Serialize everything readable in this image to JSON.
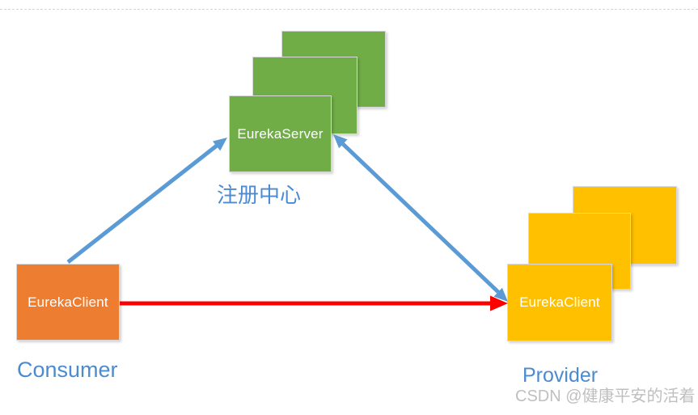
{
  "diagram": {
    "registry": {
      "box_label": "EurekaServer",
      "caption": "注册中心"
    },
    "consumer": {
      "box_label": "EurekaClient",
      "caption": "Consumer"
    },
    "provider": {
      "box_label": "EurekaClient",
      "caption": "Provider"
    },
    "watermark": "CSDN @健康平安的活着",
    "colors": {
      "server_green": "#70AD47",
      "consumer_orange": "#ED7D31",
      "provider_yellow": "#FFC000",
      "arrow_blue": "#5B9BD5",
      "arrow_red": "#FF0000",
      "caption_blue": "#4B8BD0",
      "watermark_gray": "#BFBFBF",
      "divider_gray": "#D4D4D4"
    }
  }
}
